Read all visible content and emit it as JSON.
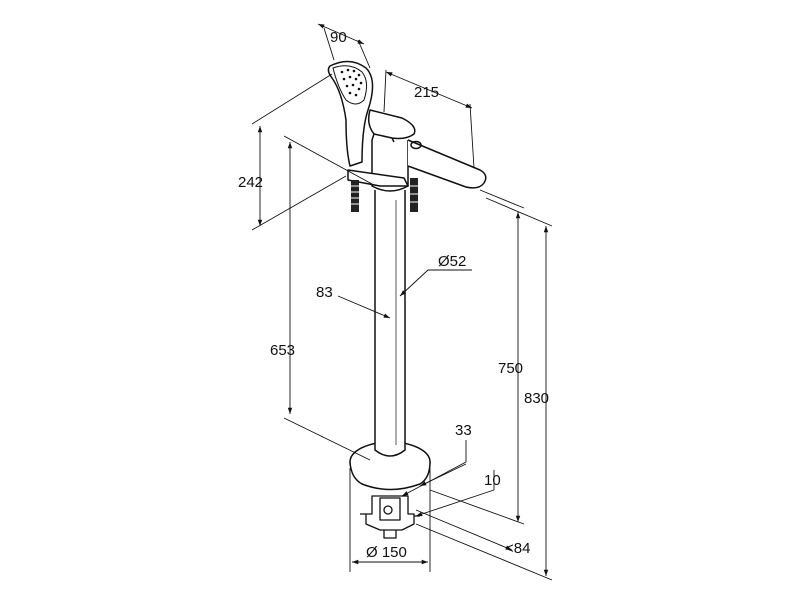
{
  "dimensions": {
    "handshower_width": "90",
    "spout_reach": "215",
    "handshower_height": "242",
    "pipe_diameter": "Ø52",
    "pipe_offset": "83",
    "holder_height": "653",
    "spout_height": "750",
    "total_height": "830",
    "base_depth": "33",
    "rough_in": "10",
    "max_install_depth": "<84",
    "base_diameter": "Ø 150"
  },
  "colors": {
    "line": "#111111",
    "hose": "#222222",
    "background": "#ffffff"
  }
}
